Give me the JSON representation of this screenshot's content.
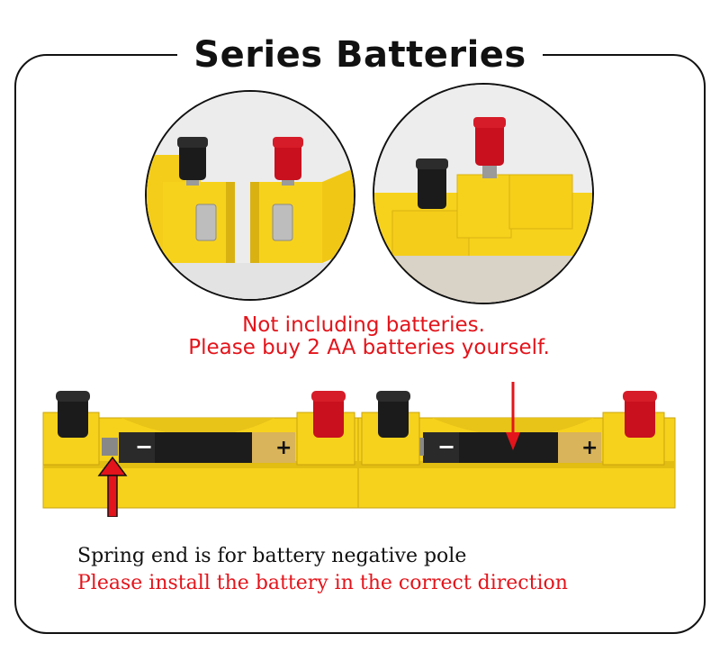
{
  "title": "Series Batteries",
  "notice": {
    "line1": "Not including batteries.",
    "line2": "Please buy 2 AA batteries yourself."
  },
  "caption": {
    "line1": "Spring end is for battery negative pole",
    "line2": "Please install the battery in the correct direction"
  },
  "battery_labels": {
    "minus": "−",
    "plus": "+"
  },
  "colors": {
    "holder_yellow": "#f7d21c",
    "terminal_red": "#c8101e",
    "terminal_black": "#1b1b1b",
    "accent_red": "#e3141b"
  }
}
